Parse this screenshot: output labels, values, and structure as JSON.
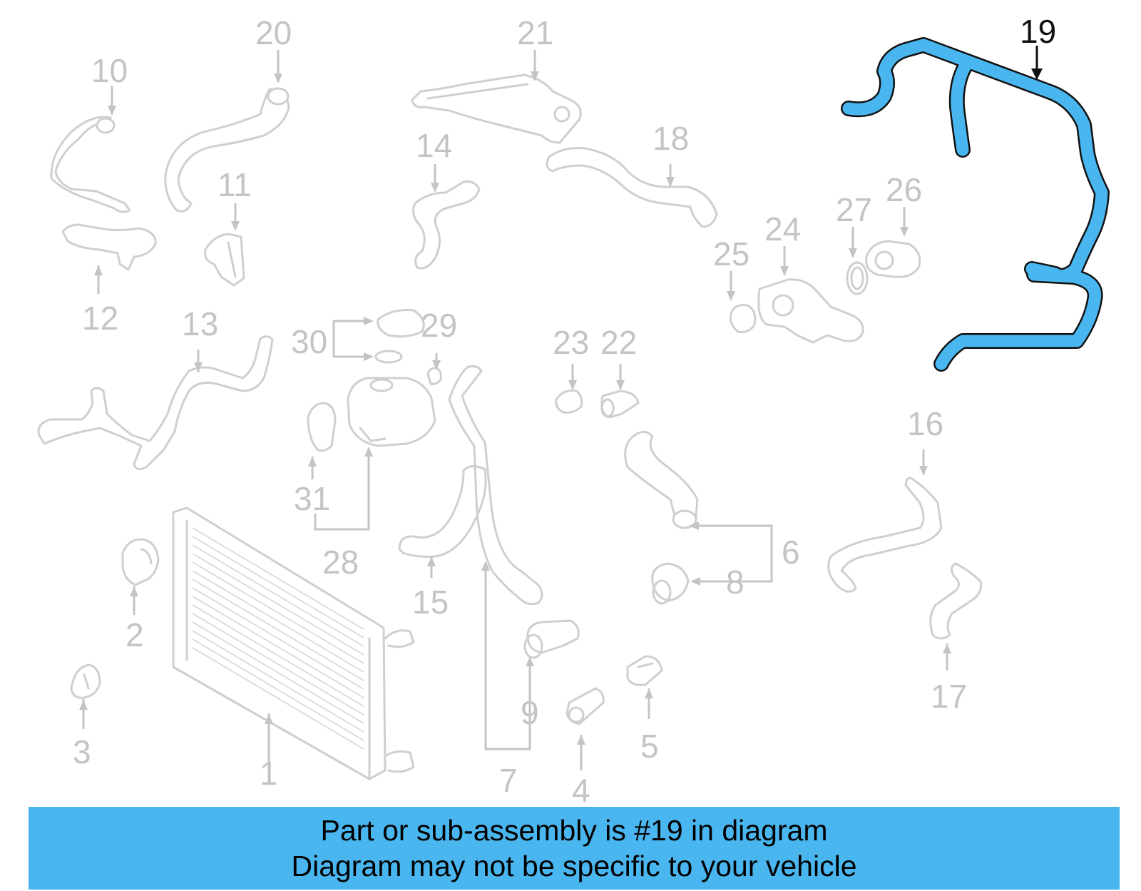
{
  "highlighted_part": "19",
  "colors": {
    "highlight": "#4ab6ef",
    "outline": "#111111",
    "muted": "#c4c4c4",
    "banner": "#4ab6ef"
  },
  "labels": {
    "p1": "1",
    "p2": "2",
    "p3": "3",
    "p4": "4",
    "p5": "5",
    "p6": "6",
    "p7": "7",
    "p8": "8",
    "p9": "9",
    "p10": "10",
    "p11": "11",
    "p12": "12",
    "p13": "13",
    "p14": "14",
    "p15": "15",
    "p16": "16",
    "p17": "17",
    "p18": "18",
    "p19": "19",
    "p20": "20",
    "p21": "21",
    "p22": "22",
    "p23": "23",
    "p24": "24",
    "p25": "25",
    "p26": "26",
    "p27": "27",
    "p28": "28",
    "p29": "29",
    "p30": "30",
    "p31": "31"
  },
  "banner": {
    "line1": "Part or sub-assembly is #19 in diagram",
    "line2": "Diagram may not be specific to your vehicle"
  }
}
